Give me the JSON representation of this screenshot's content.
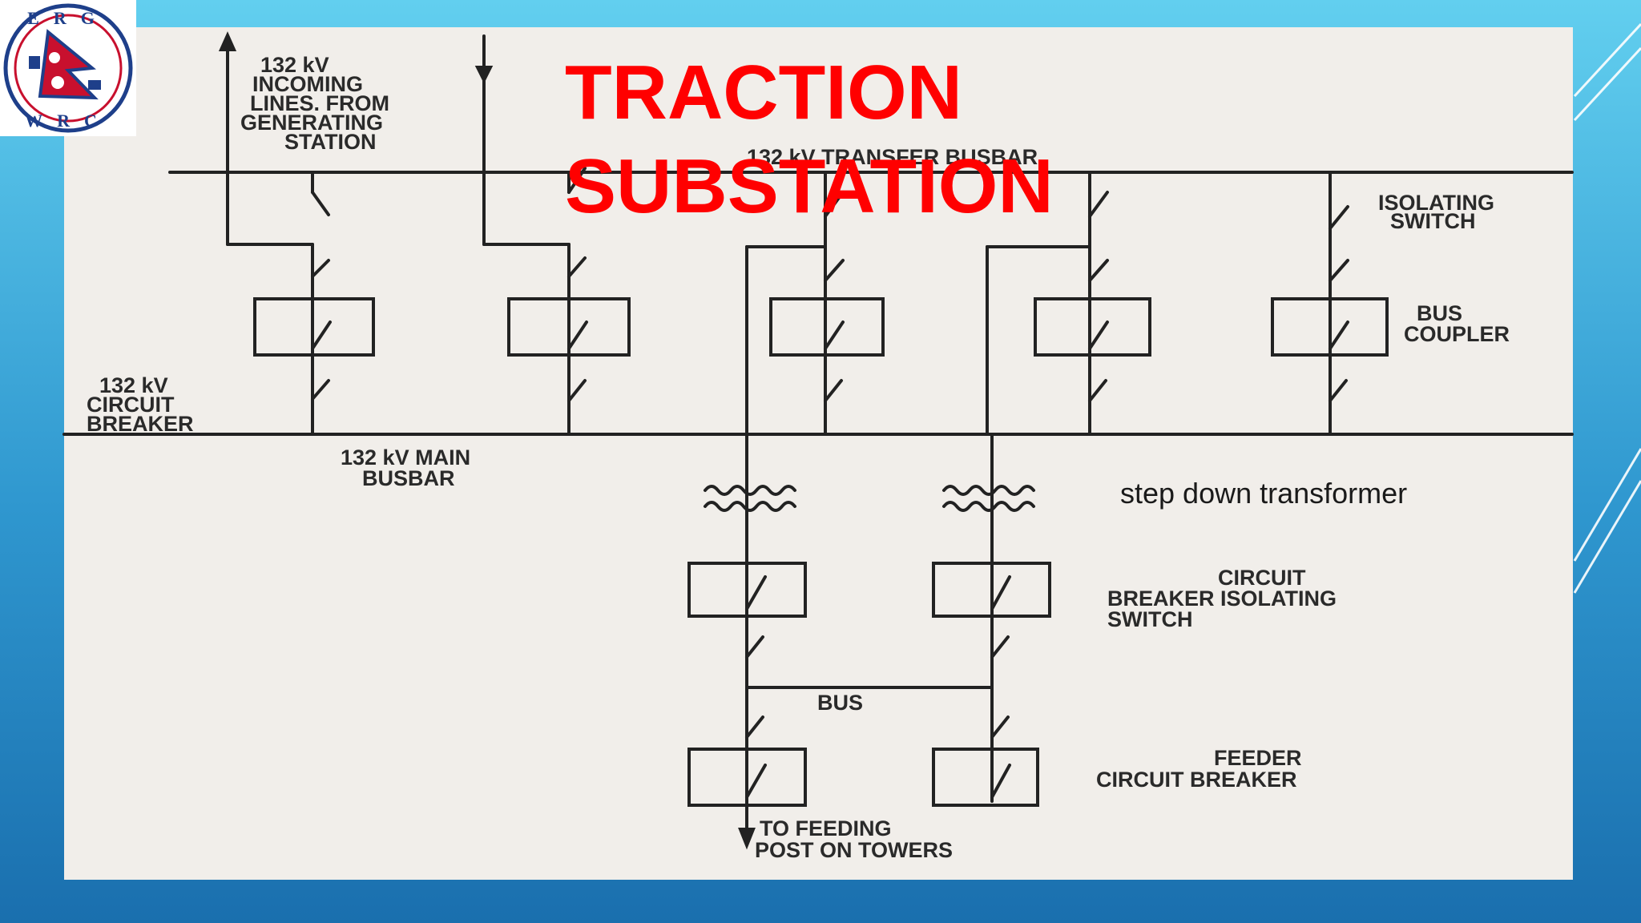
{
  "slide": {
    "title_line1": "TRACTION",
    "title_line2": "SUBSTATION",
    "colors": {
      "title": "#ff0000",
      "frame_top": "#5fcdee",
      "frame_bottom": "#1a6fae",
      "panel": "#f1eeea"
    }
  },
  "logo": {
    "top_text": "ERG",
    "bottom_text": "WRC",
    "icon": "erg-wrc-logo-icon"
  },
  "diagram": {
    "labels": {
      "incoming": [
        "132 kV",
        "INCOMING",
        "LINES. FROM",
        "GENERATING",
        "STATION"
      ],
      "transfer_busbar": "132 kV TRANSFER BUSBAR",
      "isolating_switch": [
        "ISOLATING",
        "SWITCH"
      ],
      "bus_coupler": [
        "BUS",
        "COUPLER"
      ],
      "circuit_breaker_132": [
        "132 kV",
        "CIRCUIT",
        "BREAKER"
      ],
      "main_busbar": [
        "132 kV MAIN",
        "BUSBAR"
      ],
      "step_down": "step down transformer",
      "cb_isolating": [
        "CIRCUIT",
        "BREAKER ISOLATING",
        "SWITCH"
      ],
      "bus": "BUS",
      "feeder_cb": [
        "FEEDER",
        "CIRCUIT BREAKER"
      ],
      "to_feeding": [
        "TO FEEDING",
        "POST ON TOWERS"
      ]
    }
  }
}
